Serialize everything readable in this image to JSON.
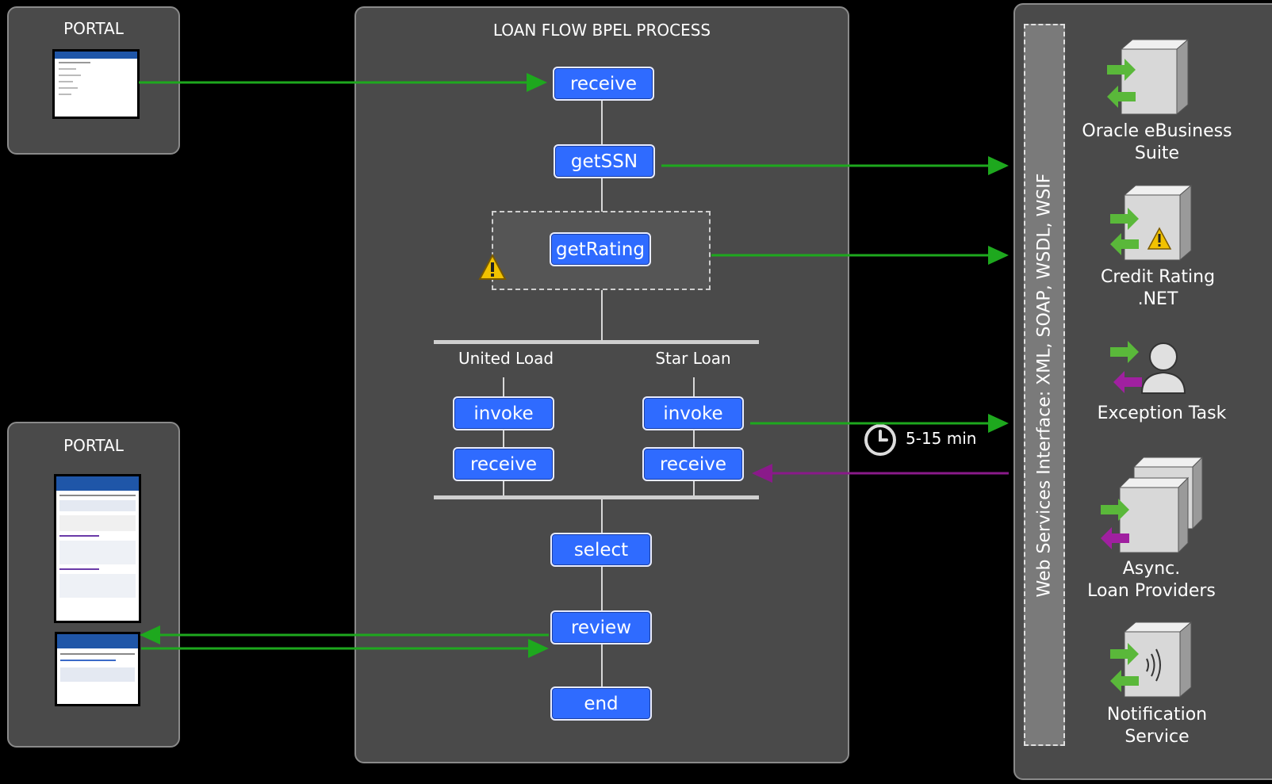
{
  "portal_top": {
    "title": "PORTAL"
  },
  "portal_bottom": {
    "title": "PORTAL"
  },
  "process": {
    "title": "LOAN FLOW BPEL PROCESS",
    "steps": {
      "receive": "receive",
      "getSSN": "getSSN",
      "getRating": "getRating",
      "united_invoke": "invoke",
      "united_receive": "receive",
      "star_invoke": "invoke",
      "star_receive": "receive",
      "select": "select",
      "review": "review",
      "end": "end"
    },
    "branches": {
      "left": "United Load",
      "right": "Star Loan"
    }
  },
  "timer": {
    "label": "5-15 min",
    "icon": "clock-icon"
  },
  "services": {
    "interface_label": "Web Services Interface: XML, SOAP, WSDL, WSIF",
    "items": [
      {
        "label_line1": "Oracle eBusiness",
        "label_line2": "Suite",
        "icon": "server-box-icon"
      },
      {
        "label_line1": "Credit Rating",
        "label_line2": ".NET",
        "icon": "server-box-warning-icon"
      },
      {
        "label_line1": "Exception Task",
        "label_line2": "",
        "icon": "person-icon"
      },
      {
        "label_line1": "Async.",
        "label_line2": "Loan Providers",
        "icon": "stacked-servers-icon"
      },
      {
        "label_line1": "Notification",
        "label_line2": "Service",
        "icon": "notification-server-icon"
      }
    ]
  },
  "colors": {
    "node_blue": "#2f6bff",
    "panel_gray": "#4a4a4a",
    "arrow_green": "#1ea81e",
    "arrow_purple": "#8a1a8a",
    "warning_yellow": "#f2c200"
  }
}
